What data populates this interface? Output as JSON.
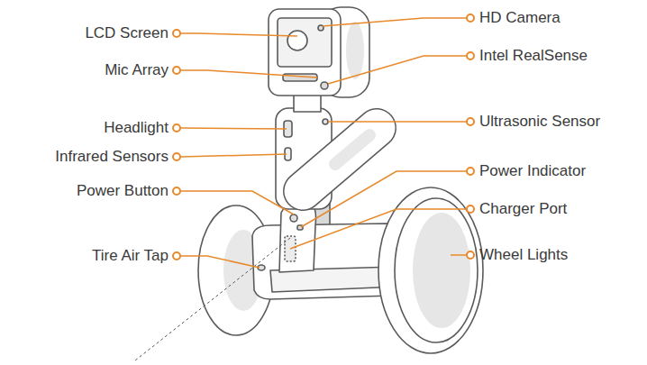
{
  "diagram": {
    "labels": [
      "LCD Screen",
      "Mic Array",
      "Headlight",
      "Infrared Sensors",
      "Power Button",
      "Tire Air Tap",
      "HD Camera",
      "Intel RealSense",
      "Ultrasonic Sensor",
      "Power Indicator",
      "Charger Port",
      "Wheel Lights"
    ]
  }
}
